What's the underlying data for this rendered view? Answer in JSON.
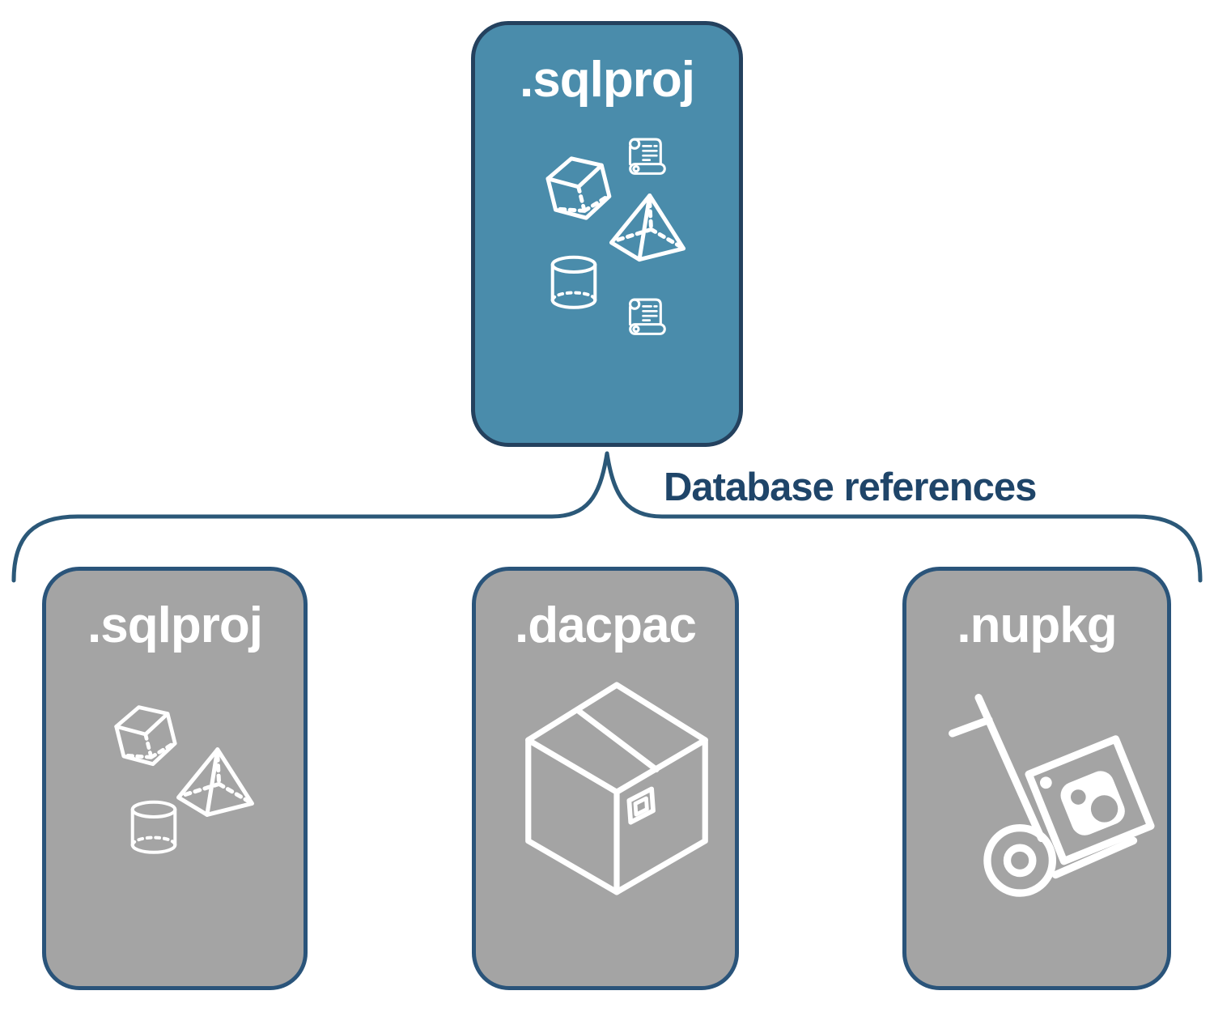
{
  "diagram": {
    "top_node": {
      "title": ".sqlproj",
      "icons": [
        "script-scroll",
        "cube",
        "pyramid",
        "cylinder",
        "script-scroll"
      ]
    },
    "connector": {
      "label": "Database references"
    },
    "children": [
      {
        "title": ".sqlproj",
        "icons": [
          "cube",
          "pyramid",
          "cylinder"
        ]
      },
      {
        "title": ".dacpac",
        "icons": [
          "package-box"
        ]
      },
      {
        "title": ".nupkg",
        "icons": [
          "hand-truck-package"
        ]
      }
    ],
    "colors": {
      "top_node_fill": "#4A8CAB",
      "top_node_border": "#24415E",
      "child_node_fill": "#A4A4A4",
      "child_node_border": "#2A547A",
      "brace": "#2B5878",
      "connector_label_text": "#1F4569",
      "icon_stroke": "#FFFFFF",
      "background": "#FFFFFF"
    }
  }
}
